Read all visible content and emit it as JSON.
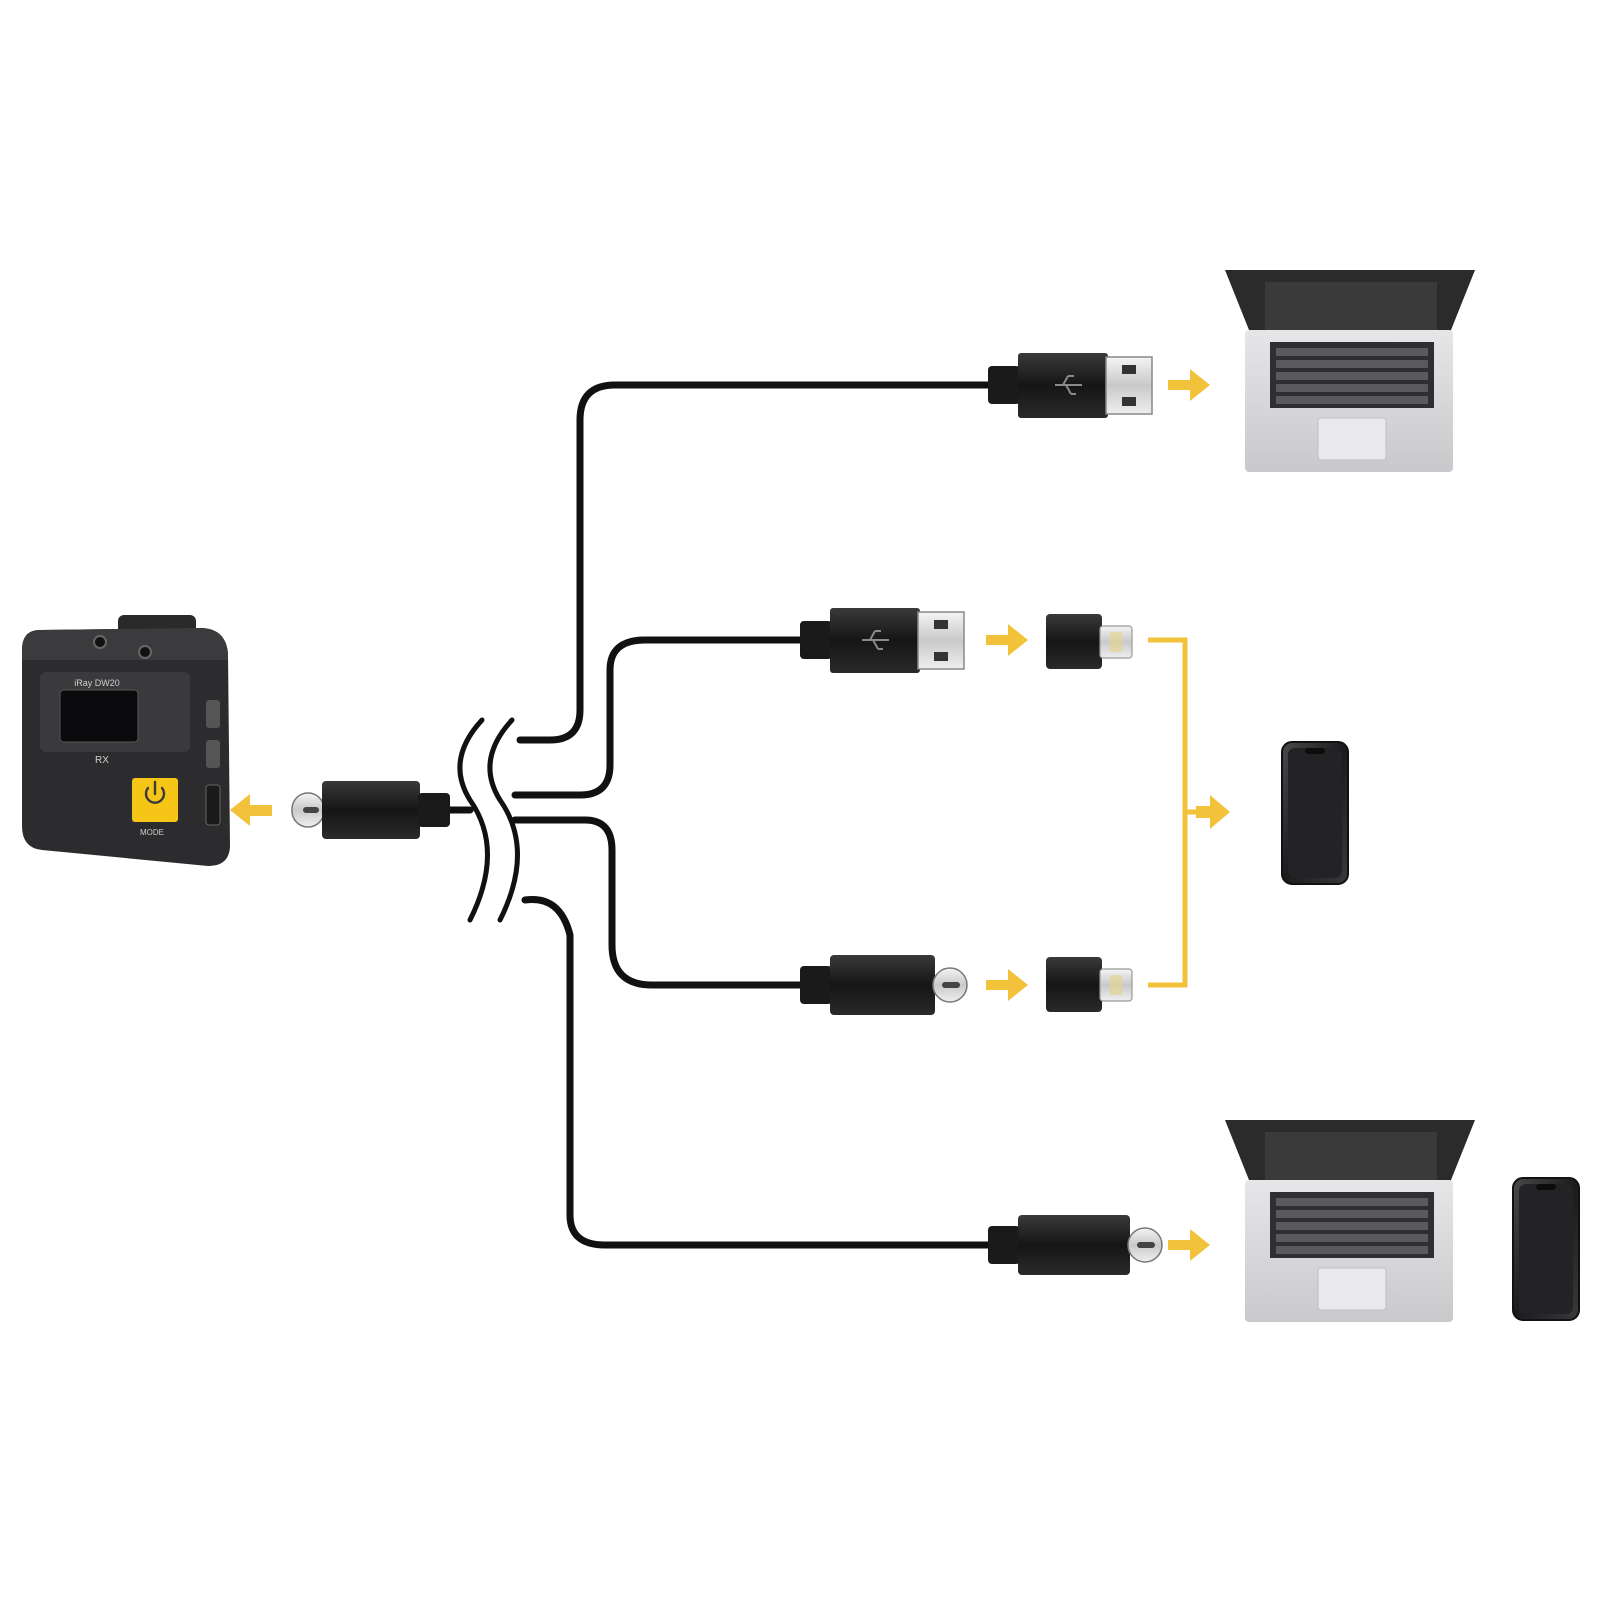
{
  "receiver": {
    "brand_text": "iRay DW20",
    "unit_text": "RX",
    "mode_text": "MODE"
  },
  "colors": {
    "cable": "#111111",
    "arrow": "#f2c23a",
    "bracket": "#f2c23a",
    "device_body": "#2c2c2e",
    "mode_button": "#f5c518",
    "laptop_silver": "#d9d9db",
    "laptop_screen": "#2b2b2b"
  },
  "connectors": [
    {
      "name": "usb-c-plug",
      "label": ""
    },
    {
      "name": "usb-a-plug",
      "label": ""
    },
    {
      "name": "usb-a-plug",
      "label": ""
    },
    {
      "name": "usb-c-plug",
      "label": ""
    },
    {
      "name": "usb-c-plug",
      "label": ""
    }
  ],
  "icons": [
    "usb-symbol-icon",
    "power-icon",
    "arrow-right-icon",
    "arrow-left-icon",
    "lightning-adapter-icon",
    "laptop-icon",
    "phone-icon"
  ]
}
